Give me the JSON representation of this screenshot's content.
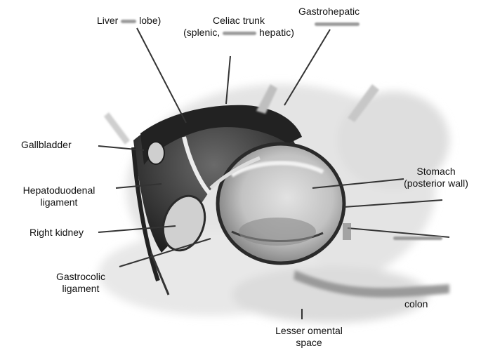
{
  "labels": {
    "liver_lobe_left": "Liver",
    "liver_lobe_right": "lobe)",
    "celiac_title": "Celiac trunk",
    "celiac_left": "(splenic,",
    "celiac_right": "hepatic)",
    "gastrohepatic": "Gastrohepatic",
    "gallbladder": "Gallbladder",
    "hepatoduodenal_1": "Hepatoduodenal",
    "hepatoduodenal_2": "ligament",
    "right_kidney": "Right kidney",
    "gastrocolic_1": "Gastrocolic",
    "gastrocolic_2": "ligament",
    "stomach_1": "Stomach",
    "stomach_2": "(posterior wall)",
    "colon": "colon",
    "lesser_omental_1": "Lesser omental",
    "lesser_omental_2": "space"
  },
  "colors": {
    "text": "#111111",
    "leader_line": "#333333",
    "tissue_dark": "#1c1c1c",
    "tissue_mid": "#8e8e8e",
    "tissue_light": "#d6d6d6",
    "background": "#ffffff"
  }
}
